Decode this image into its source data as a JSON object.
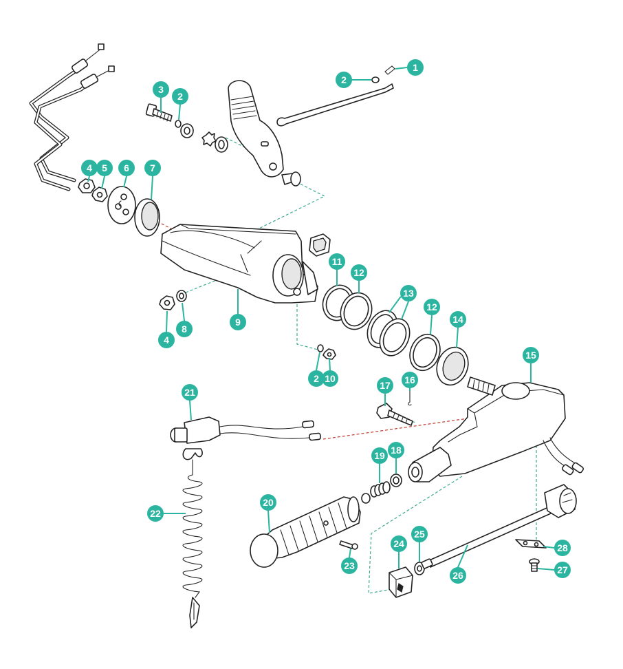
{
  "diagram": {
    "colors": {
      "callout": "#2bb5a0",
      "guide_green": "#3aa98f",
      "guide_red": "#c0392b",
      "line": "#222222"
    },
    "callouts": [
      {
        "id": "c1",
        "label": "1"
      },
      {
        "id": "c2a",
        "label": "2"
      },
      {
        "id": "c3",
        "label": "3"
      },
      {
        "id": "c2b",
        "label": "2"
      },
      {
        "id": "c4a",
        "label": "4"
      },
      {
        "id": "c5",
        "label": "5"
      },
      {
        "id": "c6",
        "label": "6"
      },
      {
        "id": "c7",
        "label": "7"
      },
      {
        "id": "c4b",
        "label": "4"
      },
      {
        "id": "c8",
        "label": "8"
      },
      {
        "id": "c9",
        "label": "9"
      },
      {
        "id": "c11",
        "label": "11"
      },
      {
        "id": "c12a",
        "label": "12"
      },
      {
        "id": "c13",
        "label": "13"
      },
      {
        "id": "c12b",
        "label": "12"
      },
      {
        "id": "c14",
        "label": "14"
      },
      {
        "id": "c2c",
        "label": "2"
      },
      {
        "id": "c10",
        "label": "10"
      },
      {
        "id": "c15",
        "label": "15"
      },
      {
        "id": "c16",
        "label": "16"
      },
      {
        "id": "c17",
        "label": "17"
      },
      {
        "id": "c21",
        "label": "21"
      },
      {
        "id": "c19",
        "label": "19"
      },
      {
        "id": "c18",
        "label": "18"
      },
      {
        "id": "c20",
        "label": "20"
      },
      {
        "id": "c22",
        "label": "22"
      },
      {
        "id": "c25",
        "label": "25"
      },
      {
        "id": "c24",
        "label": "24"
      },
      {
        "id": "c23",
        "label": "23"
      },
      {
        "id": "c26",
        "label": "26"
      },
      {
        "id": "c28",
        "label": "28"
      },
      {
        "id": "c27",
        "label": "27"
      }
    ]
  }
}
